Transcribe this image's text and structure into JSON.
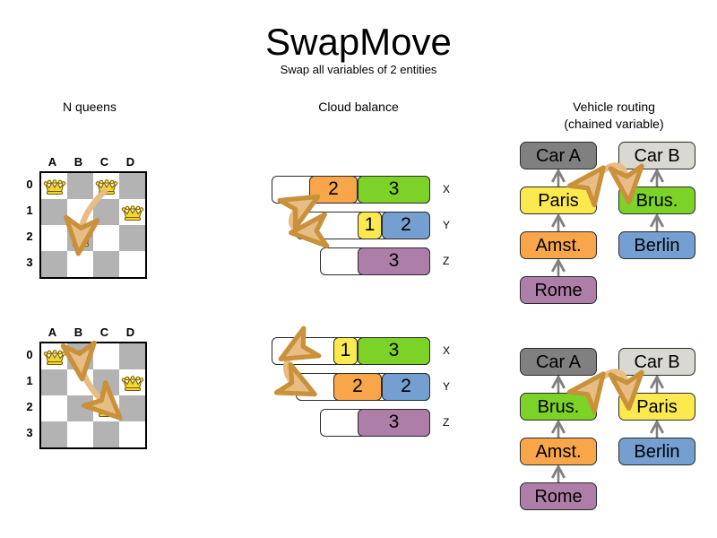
{
  "header": {
    "title": "SwapMove",
    "subtitle": "Swap all variables of 2 entities"
  },
  "columns": {
    "nqueens": {
      "heading": "N queens"
    },
    "cloud": {
      "heading": "Cloud balance"
    },
    "vrp": {
      "heading_line1": "Vehicle routing",
      "heading_line2": "(chained variable)"
    }
  },
  "colors": {
    "orange": "#F9A64A",
    "green": "#7DD228",
    "yellow": "#FCE94F",
    "blue": "#749FD0",
    "purple": "#AD7FA8",
    "gray_dark": "#808080",
    "gray_light": "#D9D9D2",
    "board_white": "#FFFFFF",
    "board_gray": "#B3B3B3",
    "arrow_fill": "#E8BC85",
    "arrow_stroke": "#C8913A",
    "box_border": "#2B2B2B",
    "connector": "#808080"
  },
  "nqueens": {
    "files": [
      "A",
      "B",
      "C",
      "D"
    ],
    "ranks": [
      "0",
      "1",
      "2",
      "3"
    ],
    "before": {
      "queens": [
        {
          "file": "A",
          "rank": "0"
        },
        {
          "file": "C",
          "rank": "0"
        },
        {
          "file": "D",
          "rank": "1"
        },
        {
          "file": "B",
          "rank": "2"
        }
      ],
      "arrow": {
        "from": "C0",
        "to": "B2",
        "double": false
      }
    },
    "after": {
      "queens": [
        {
          "file": "A",
          "rank": "0"
        },
        {
          "file": "B",
          "rank": "0"
        },
        {
          "file": "D",
          "rank": "1"
        },
        {
          "file": "C",
          "rank": "2"
        }
      ],
      "arrow": {
        "from": "B0",
        "to": "C2",
        "double": true
      }
    }
  },
  "cloud": {
    "before": {
      "rows": [
        {
          "label": "X",
          "processes": [
            {
              "value": "2",
              "color": "orange"
            },
            {
              "value": "3",
              "color": "green"
            }
          ]
        },
        {
          "label": "Y",
          "processes": [
            {
              "value": "1",
              "color": "yellow"
            },
            {
              "value": "2",
              "color": "blue"
            }
          ]
        },
        {
          "label": "Z",
          "processes": [
            {
              "value": "3",
              "color": "purple"
            }
          ]
        }
      ]
    },
    "after": {
      "rows": [
        {
          "label": "X",
          "processes": [
            {
              "value": "1",
              "color": "yellow"
            },
            {
              "value": "3",
              "color": "green"
            }
          ]
        },
        {
          "label": "Y",
          "processes": [
            {
              "value": "2",
              "color": "orange"
            },
            {
              "value": "2",
              "color": "blue"
            }
          ]
        },
        {
          "label": "Z",
          "processes": [
            {
              "value": "3",
              "color": "purple"
            }
          ]
        }
      ]
    }
  },
  "vrp": {
    "before": {
      "chainA": [
        "Car A",
        "Paris",
        "Amst.",
        "Rome"
      ],
      "chainB": [
        "Car B",
        "Brus.",
        "Berlin"
      ],
      "swap": [
        "Paris",
        "Brus."
      ]
    },
    "after": {
      "chainA": [
        "Car A",
        "Brus.",
        "Amst.",
        "Rome"
      ],
      "chainB": [
        "Car B",
        "Paris",
        "Berlin"
      ],
      "swap": [
        "Brus.",
        "Paris"
      ]
    }
  },
  "labels": {
    "car_a": "Car A",
    "car_b": "Car B",
    "paris": "Paris",
    "brussels": "Brus.",
    "amsterdam": "Amst.",
    "berlin": "Berlin",
    "rome": "Rome"
  }
}
